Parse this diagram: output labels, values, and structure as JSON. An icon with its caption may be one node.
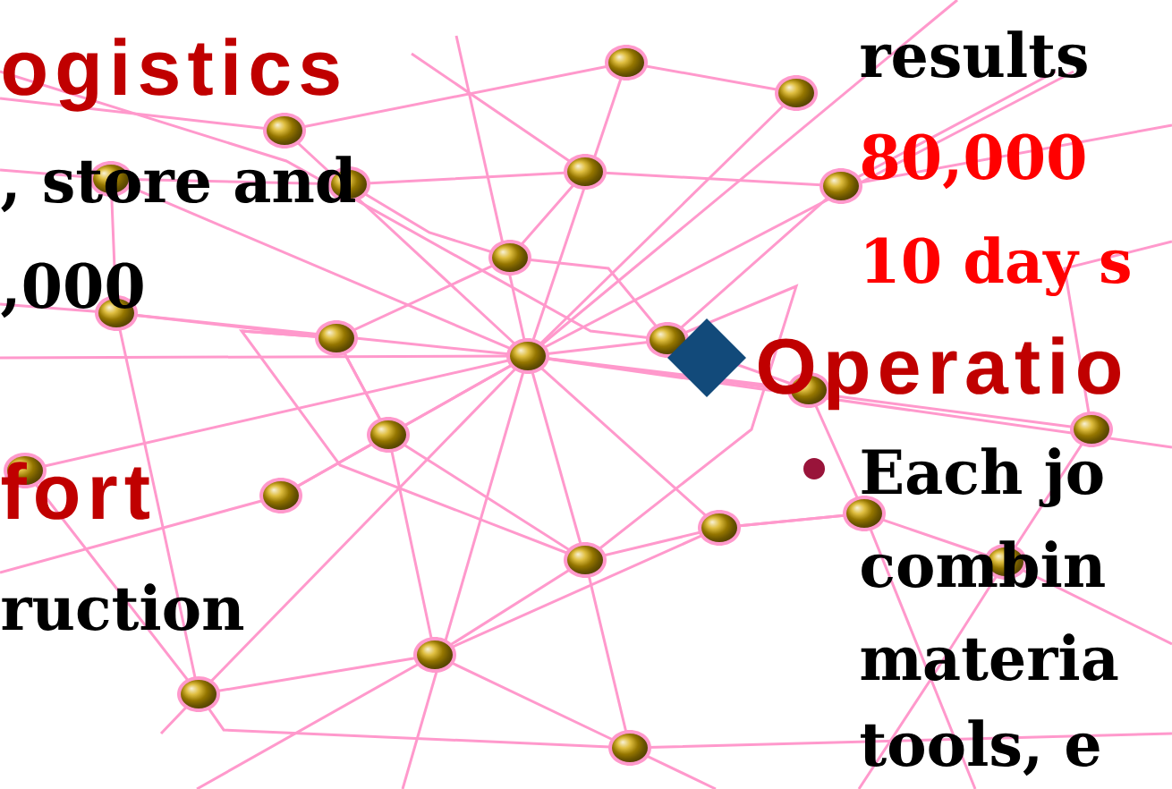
{
  "diagram": {
    "labels": [
      "ogistics",
      ", store and",
      ",000",
      "fort",
      "ruction",
      "results",
      "80,000",
      "10 day s",
      "Operatio",
      "Each jo",
      "combin",
      "materia",
      "tools, e"
    ]
  }
}
